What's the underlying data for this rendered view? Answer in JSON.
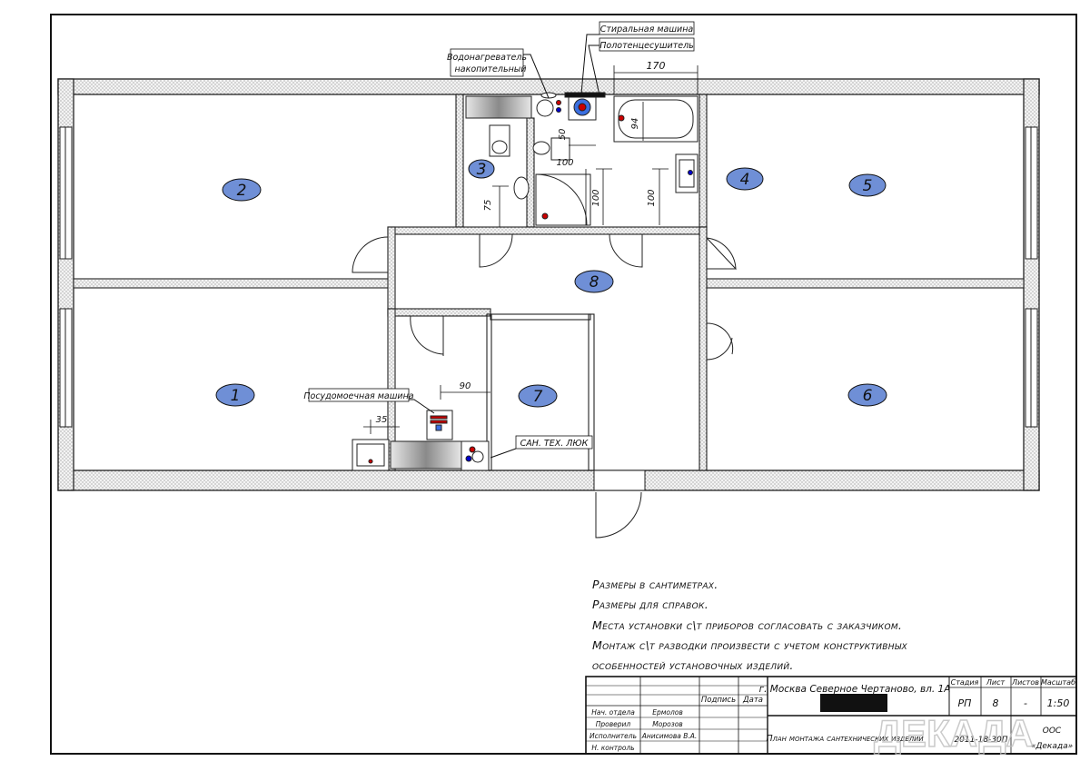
{
  "labels": {
    "water_heater": [
      "Водонагреватель",
      "накопительный"
    ],
    "washing_machine": "Стиральная машина",
    "towel_warmer": "Полотенцесушитель",
    "dishwasher": "Посудомоечная машина",
    "service_hatch": "САН. ТЕХ. ЛЮК"
  },
  "dimensions": [
    "170",
    "94",
    "50",
    "100",
    "100",
    "100",
    "75",
    "90",
    "35"
  ],
  "rooms": [
    "1",
    "2",
    "3",
    "4",
    "5",
    "6",
    "7",
    "8"
  ],
  "notes": [
    "Размеры в сантиметрах.",
    "Размеры для справок.",
    "Места установки с\\т приборов согласовать с заказчиком.",
    "Монтаж с\\т разводки произвести с учетом конструктивных",
    "особенностей установочных изделий."
  ],
  "title_block": {
    "address": "г. Москва Северное Чертаново, вл. 1А",
    "drawing_title": "План монтажа сантехнических изделий",
    "project_code": "2011-18-30П",
    "org_fragment": "ООС",
    "org_name": "«Декада»",
    "watermark": "ДЕКАДА",
    "col_headers": [
      "Стадия",
      "Лист",
      "Листов",
      "Масштаб"
    ],
    "col_values": [
      "РП",
      "8",
      "-",
      "1:50"
    ],
    "sign_header": "Подпись",
    "date_header": "Дата",
    "roles": [
      "Нач. отдела",
      "Проверил",
      "Исполнитель",
      "Н. контроль"
    ],
    "names": [
      "Ермолов",
      "Морозов",
      "Анисимова В.А.",
      ""
    ]
  },
  "colors": {
    "room_marker": "#6f8fd6",
    "line": "#111111",
    "wall_fill": "#f1f1f1"
  }
}
